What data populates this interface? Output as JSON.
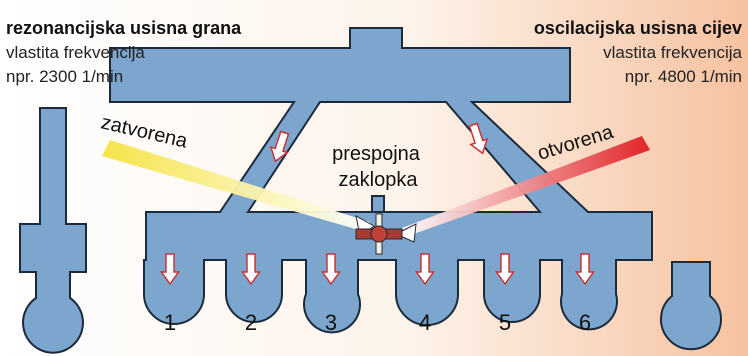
{
  "colors": {
    "duct": "#7da6cf",
    "duct_stroke": "#1b2b3c",
    "arrow": "#ffffff",
    "arrow_stroke": "#c63436",
    "background_right": "#f7c7a5",
    "flap": "#a83a34",
    "flap_axis": "#f2efe6",
    "beam_closed": "#f2e56a",
    "beam_open": "#e02026"
  },
  "labels": {
    "left": {
      "title": "rezonancijska usisna grana",
      "line1": "vlastita frekvencija",
      "line2": "npr. 2300 1/min"
    },
    "right": {
      "title": "oscilacijska usisna cijev",
      "line1": "vlastita frekvencija",
      "line2": "npr. 4800 1/min"
    },
    "closed": "zatvorena",
    "open": "otvorena",
    "flap_line1": "prespojna",
    "flap_line2": "zaklopka"
  },
  "cylinders": [
    "1",
    "2",
    "3",
    "4",
    "5",
    "6"
  ],
  "icons": {
    "flow_arrow": "down-arrow-icon",
    "flap": "butterfly-valve-icon"
  }
}
